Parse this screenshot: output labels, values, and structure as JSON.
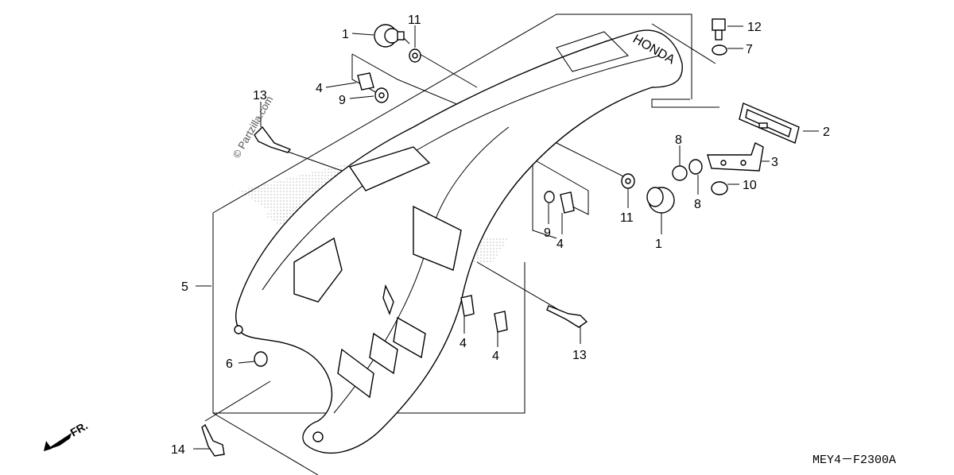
{
  "diagram": {
    "code": "MEY4－F2300A",
    "watermark": "© Partzilla.com",
    "front_marker": "FR.",
    "logo_text": "HONDA",
    "callouts": [
      {
        "id": "c1a",
        "text": "1"
      },
      {
        "id": "c1b",
        "text": "1"
      },
      {
        "id": "c2",
        "text": "2"
      },
      {
        "id": "c3",
        "text": "3"
      },
      {
        "id": "c4a",
        "text": "4"
      },
      {
        "id": "c4b",
        "text": "4"
      },
      {
        "id": "c4c",
        "text": "4"
      },
      {
        "id": "c4d",
        "text": "4"
      },
      {
        "id": "c5",
        "text": "5"
      },
      {
        "id": "c6",
        "text": "6"
      },
      {
        "id": "c7",
        "text": "7"
      },
      {
        "id": "c8a",
        "text": "8"
      },
      {
        "id": "c8b",
        "text": "8"
      },
      {
        "id": "c9a",
        "text": "9"
      },
      {
        "id": "c9b",
        "text": "9"
      },
      {
        "id": "c10",
        "text": "10"
      },
      {
        "id": "c11a",
        "text": "11"
      },
      {
        "id": "c11b",
        "text": "11"
      },
      {
        "id": "c12",
        "text": "12"
      },
      {
        "id": "c13a",
        "text": "13"
      },
      {
        "id": "c13b",
        "text": "13"
      },
      {
        "id": "c14",
        "text": "14"
      }
    ]
  }
}
